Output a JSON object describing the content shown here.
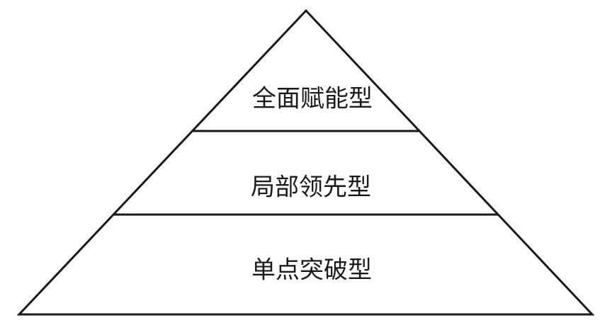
{
  "diagram": {
    "type": "pyramid",
    "tiers": [
      {
        "label": "全面赋能型"
      },
      {
        "label": "局部领先型"
      },
      {
        "label": "单点突破型"
      }
    ],
    "colors": {
      "stroke": "#1a1a1a",
      "fill": "#ffffff",
      "text": "#1a1a1a"
    }
  }
}
